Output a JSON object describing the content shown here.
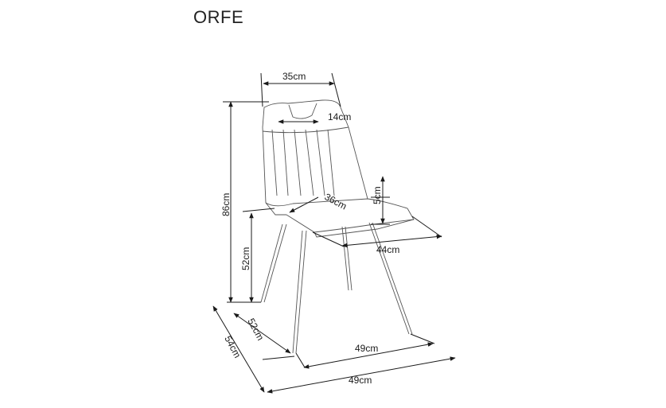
{
  "product": {
    "name": "ORFE"
  },
  "dimensions": {
    "back_width": "35cm",
    "handle_width": "14cm",
    "total_height": "86cm",
    "seat_height": "52cm",
    "seat_depth": "36cm",
    "seat_cushion": "5cm",
    "seat_width": "44cm",
    "base_depth": "52cm",
    "base_width": "49cm",
    "overall_depth": "54cm",
    "overall_width": "49cm"
  },
  "colors": {
    "line": "#1a1a1a",
    "chair_outline": "#555555"
  }
}
